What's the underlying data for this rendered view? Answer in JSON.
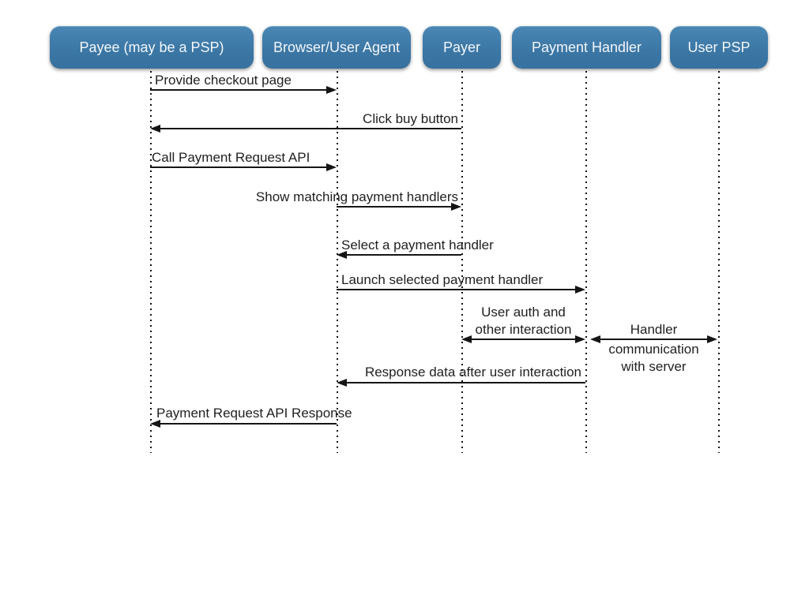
{
  "diagram": {
    "type": "sequence-diagram",
    "colors": {
      "background": "#ffffff",
      "actor_fill": "#3d79a8",
      "actor_text": "#f2f6fa",
      "line": "#151515",
      "message_text": "#1f1f1f"
    },
    "actors": [
      {
        "label": "Payee (may be a PSP)"
      },
      {
        "label": "Browser/User Agent"
      },
      {
        "label": "Payer"
      },
      {
        "label": "Payment Handler"
      },
      {
        "label": "User PSP"
      }
    ],
    "messages": [
      {
        "label": "Provide checkout page",
        "from": "Payee (may be a PSP)",
        "to": "Browser/User Agent",
        "direction": "right"
      },
      {
        "label": "Click buy button",
        "from": "Payer",
        "to": "Payee (may be a PSP)",
        "direction": "left"
      },
      {
        "label": "Call Payment Request API",
        "from": "Payee (may be a PSP)",
        "to": "Browser/User Agent",
        "direction": "right"
      },
      {
        "label": "Show matching payment handlers",
        "from": "Browser/User Agent",
        "to": "Payer",
        "direction": "right"
      },
      {
        "label": "Select a payment handler",
        "from": "Payer",
        "to": "Browser/User Agent",
        "direction": "left"
      },
      {
        "label": "Launch selected payment handler",
        "from": "Browser/User Agent",
        "to": "Payment Handler",
        "direction": "right"
      },
      {
        "label": "User auth and\nother interaction",
        "from": "Payer",
        "to": "Payment Handler",
        "direction": "both"
      },
      {
        "label": "Handler",
        "label_below": "communication\nwith server",
        "from": "Payment Handler",
        "to": "User PSP",
        "direction": "both"
      },
      {
        "label": "Response data after user interaction",
        "from": "Payment Handler",
        "to": "Browser/User Agent",
        "direction": "left"
      },
      {
        "label": "Payment Request API Response",
        "from": "Browser/User Agent",
        "to": "Payee (may be a PSP)",
        "direction": "left"
      }
    ]
  }
}
